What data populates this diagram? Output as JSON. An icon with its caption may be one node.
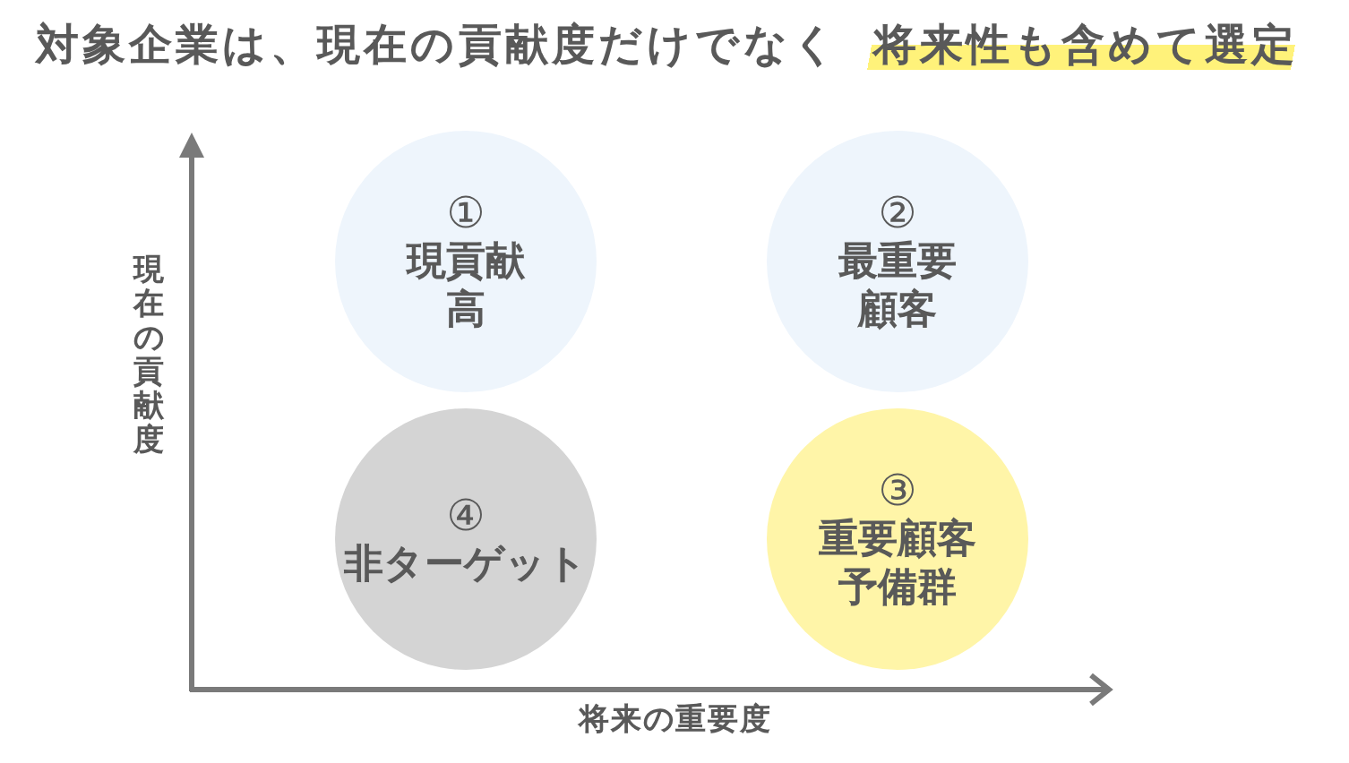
{
  "diagram": {
    "title": "対象企業は、現在の貢献度だけでなく **将来性も含めて選定**",
    "nodes": [
      {
        "text": [
          "①",
          "現貢献高"
        ]
      },
      {
        "text": [
          "②",
          "最重要顧客"
        ]
      },
      {
        "text": [
          "④",
          "非ターゲット"
        ]
      },
      {
        "text": [
          "③",
          "重要顧客予備群"
        ]
      }
    ],
    "labels": [
      "現在の貢献度",
      "将来の重要度"
    ]
  }
}
